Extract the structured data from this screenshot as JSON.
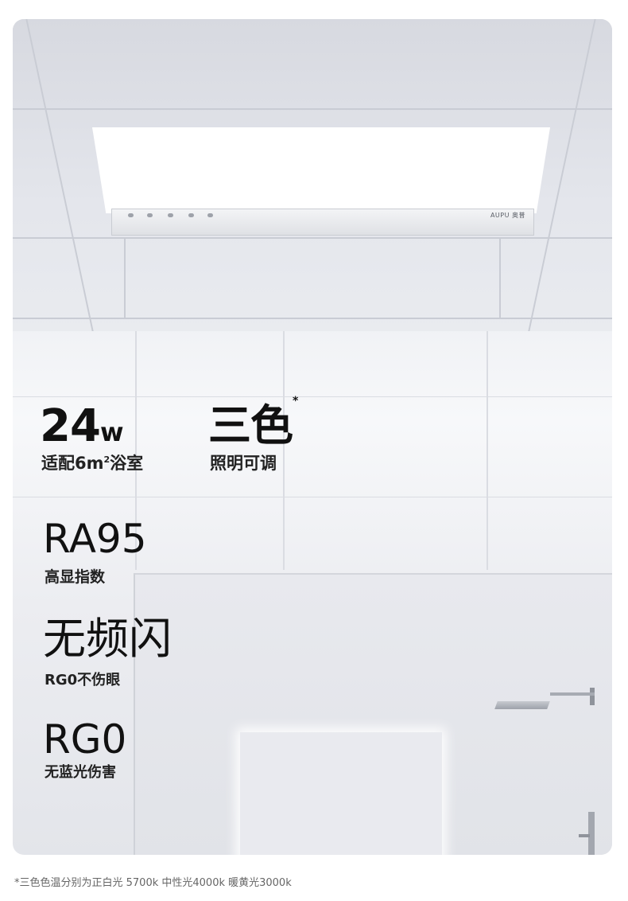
{
  "features": {
    "power": {
      "value": "24",
      "unit": "w",
      "caption_pre": "适配6m",
      "caption_sup": "2",
      "caption_post": "浴室"
    },
    "tricolor": {
      "title": "三色",
      "mark": "*",
      "caption": "照明可调"
    },
    "ra": {
      "title": "RA95",
      "caption": "高显指数"
    },
    "flicker": {
      "title": "无频闪",
      "caption": "RG0不伤眼"
    },
    "rg0": {
      "title": "RG0",
      "caption": "无蓝光伤害"
    }
  },
  "product": {
    "brand": "AUPU 奥普"
  },
  "footnote": "*三色色温分别为正白光 5700k 中性光4000k 暖黄光3000k"
}
